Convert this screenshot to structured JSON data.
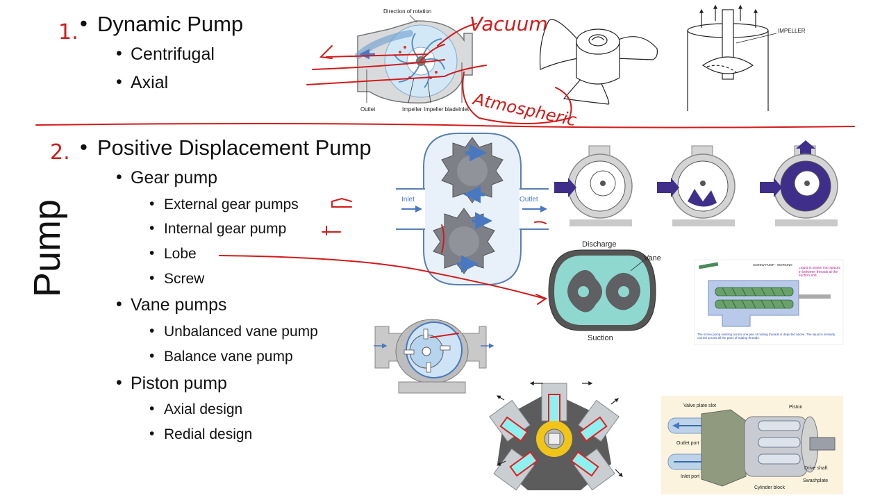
{
  "slide": {
    "vertical_title": "Pump",
    "sections": [
      {
        "number": "1.",
        "title": "Dynamic Pump",
        "items": [
          {
            "label": "Centrifugal"
          },
          {
            "label": "Axial"
          }
        ]
      },
      {
        "number": "2.",
        "title": "Positive Displacement Pump",
        "items": [
          {
            "label": "Gear pump",
            "subitems": [
              "External gear pumps",
              "Internal gear pump",
              "Lobe",
              "Screw"
            ]
          },
          {
            "label": "Vane pumps",
            "subitems": [
              "Unbalanced vane pump",
              "Balance vane pump"
            ]
          },
          {
            "label": "Piston pump",
            "subitems": [
              "Axial design",
              "Redial design"
            ]
          }
        ]
      }
    ]
  },
  "annotations": {
    "vacuum": "Vacuum",
    "atmospheric": "Atmospheric"
  },
  "figures": {
    "centrifugal": {
      "top_label": "Direction of rotation",
      "labels": [
        "Outlet",
        "Impeller",
        "Impeller blade",
        "Inlet"
      ]
    },
    "axial_impeller": {
      "label": "IMPELLER"
    },
    "external_gear": {
      "inlet": "Inlet",
      "outlet": "Outlet"
    },
    "lobe": {
      "discharge": "Discharge",
      "vane": "Vane",
      "suction": "Suction"
    },
    "screw": {
      "title": "SCREW PUMP - WORKING",
      "note": "Liquid is drawn into spaces in between threads at the suction end...",
      "caption": "The screw pump working across one pair of mating threads is depicted above. The liquid is similarly carried across all the pairs of mating threads."
    },
    "axial_piston": {
      "labels": [
        "Valve plate slot",
        "Piston",
        "Outlet port",
        "Drive shaft",
        "Inlet port",
        "Swashplate",
        "Cylinder block"
      ]
    }
  },
  "colors": {
    "ink_red": "#d21a1a",
    "gear_gray": "#7d8087",
    "fluid_teal": "#8fd8cf",
    "arrow_blue": "#4a78c0",
    "lobe_dark": "#5e6063",
    "internal_purple": "#3f2f8a"
  }
}
